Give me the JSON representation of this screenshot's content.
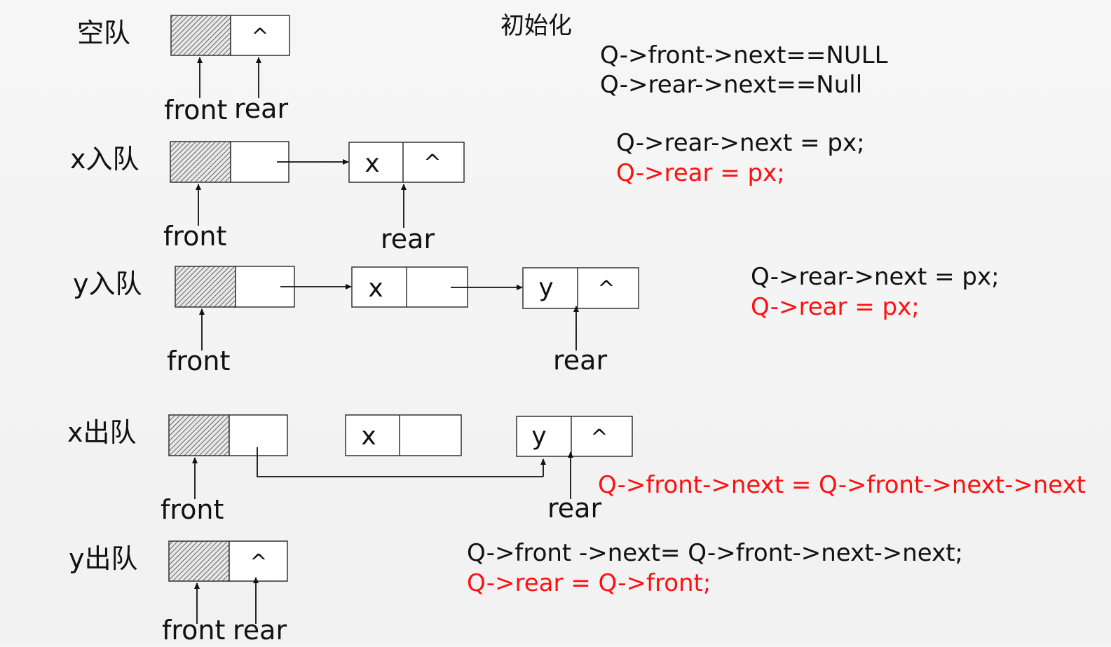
{
  "title": "初始化",
  "states": {
    "empty": {
      "label": "空队",
      "null_symbol": "^",
      "front_label": "front",
      "rear_label": "rear"
    },
    "x_enqueue": {
      "label": "x入队",
      "node_x": "x",
      "null_symbol": "^",
      "front_label": "front",
      "rear_label": "rear"
    },
    "y_enqueue": {
      "label": "y入队",
      "node_x": "x",
      "node_y": "y",
      "null_symbol": "^",
      "front_label": "front",
      "rear_label": "rear"
    },
    "x_dequeue": {
      "label": "x出队",
      "node_x": "x",
      "node_y": "y",
      "null_symbol": "^",
      "front_label": "front",
      "rear_label": "rear"
    },
    "y_dequeue": {
      "label": "y出队",
      "null_symbol": "^",
      "front_label": "front",
      "rear_label": "rear"
    }
  },
  "code": {
    "init_1": "Q->front->next==NULL",
    "init_2": "Q->rear->next==Null",
    "x_enqueue_1": "Q->rear->next = px;",
    "x_enqueue_2": "Q->rear = px;",
    "y_enqueue_1": "Q->rear->next = px;",
    "y_enqueue_2": "Q->rear = px;",
    "x_dequeue_1": "Q->front->next = Q->front->next->next",
    "y_dequeue_1": "Q->front ->next= Q->front->next->next;",
    "y_dequeue_2": "Q->rear = Q->front;"
  },
  "colors": {
    "highlight": "#ff1010",
    "text": "#111111"
  }
}
